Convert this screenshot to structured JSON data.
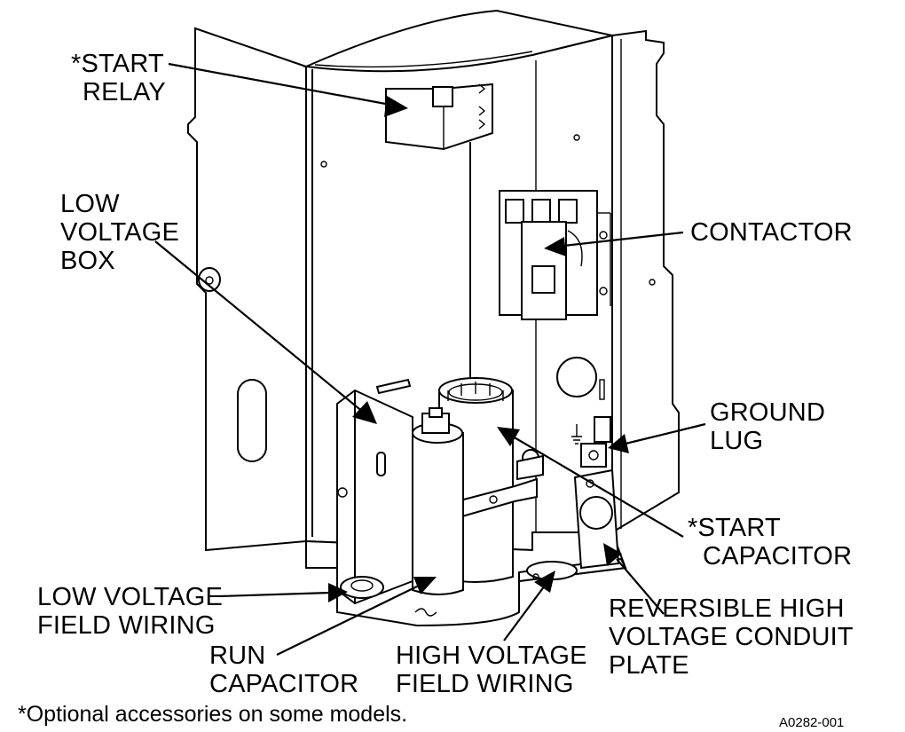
{
  "labels": {
    "start_relay": [
      "*START",
      "RELAY"
    ],
    "low_voltage_box": [
      "LOW",
      "VOLTAGE",
      "BOX"
    ],
    "contactor": [
      "CONTACTOR"
    ],
    "ground_lug": [
      "GROUND",
      "LUG"
    ],
    "start_capacitor": [
      "*START",
      "CAPACITOR"
    ],
    "low_voltage_field_wiring": [
      "LOW VOLTAGE",
      "FIELD WIRING"
    ],
    "reversible_plate": [
      "REVERSIBLE HIGH",
      "VOLTAGE CONDUIT",
      "PLATE"
    ],
    "run_capacitor": [
      "RUN",
      "CAPACITOR"
    ],
    "high_voltage_field_wiring": [
      "HIGH VOLTAGE",
      "FIELD WIRING"
    ]
  },
  "footnote": "*Optional accessories on some models.",
  "figure_code": "A0282-001"
}
